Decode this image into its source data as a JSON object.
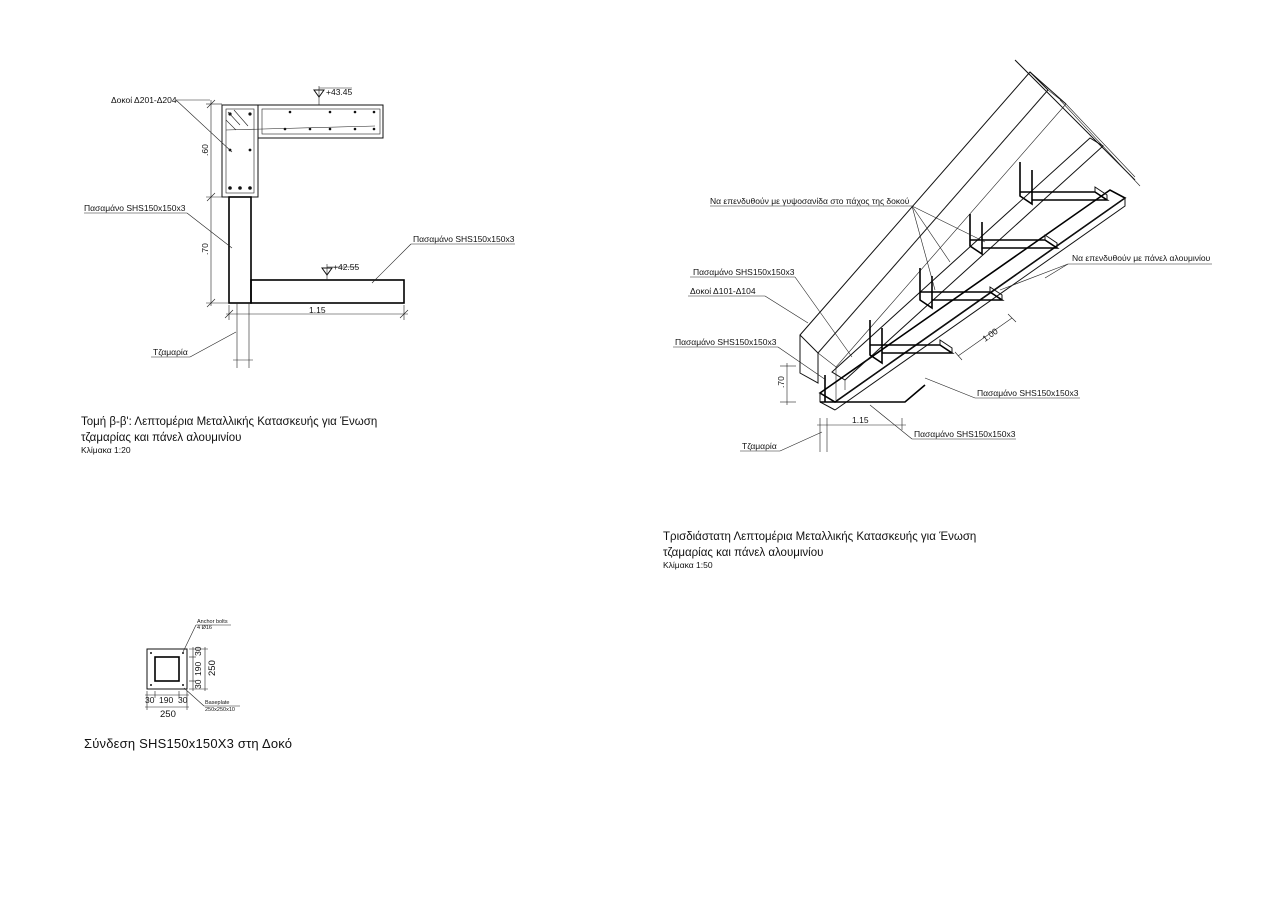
{
  "section_bb": {
    "label_beams": "Δοκοί Δ201-Δ204",
    "elev_top": "+43.45",
    "elev_bottom": "+42.55",
    "label_handrail_left": "Πασαμάνο SHS150x150x3",
    "label_handrail_right": "Πασαμάνο SHS150x150x3",
    "dim_60": ".60",
    "dim_70": ".70",
    "dim_115": "1.15",
    "label_glass": "Τζαμαρία",
    "title_line1": "Τομή β-β': Λεπτομέρια Μεταλλικής Κατασκευής για Ένωση",
    "title_line2": "τζαμαρίας και πάνελ αλουμινίου",
    "scale": "Κλίμακα 1:20"
  },
  "iso_detail": {
    "label_gypsum": "Να επενδυθούν με γυψοσανίδα στο πάχος της δοκού",
    "label_aluminium": "Να επενδυθούν με πάνελ αλουμινίου",
    "label_handrail_1": "Πασαμάνο SHS150x150x3",
    "label_beams": "Δοκοί Δ101-Δ104",
    "label_handrail_2": "Πασαμάνο SHS150x150x3",
    "label_handrail_3": "Πασαμάνο SHS150x150x3",
    "label_handrail_4": "Πασαμάνο SHS150x150x3",
    "dim_100": "1.00",
    "dim_70": ".70",
    "dim_115": "1.15",
    "label_glass": "Τζαμαρία",
    "title_line1": "Τρισδιάστατη Λεπτομέρια Μεταλλικής Κατασκευής για Ένωση",
    "title_line2": "τζαμαρίας και πάνελ αλουμινίου",
    "scale": "Κλίμακα 1:50"
  },
  "connection": {
    "anchor_label_1": "Anchor bolts",
    "anchor_label_2": "4 Ø16",
    "dim_v_30a": "30",
    "dim_v_190": "190",
    "dim_v_30b": "30",
    "dim_v_250": "250",
    "dim_h_30a": "30",
    "dim_h_190": "190",
    "dim_h_30b": "30",
    "dim_h_250": "250",
    "baseplate_label_1": "Baseplate",
    "baseplate_label_2": "250x250x10",
    "title": "Σύνδεση SHS150x150X3 στη Δοκό"
  }
}
